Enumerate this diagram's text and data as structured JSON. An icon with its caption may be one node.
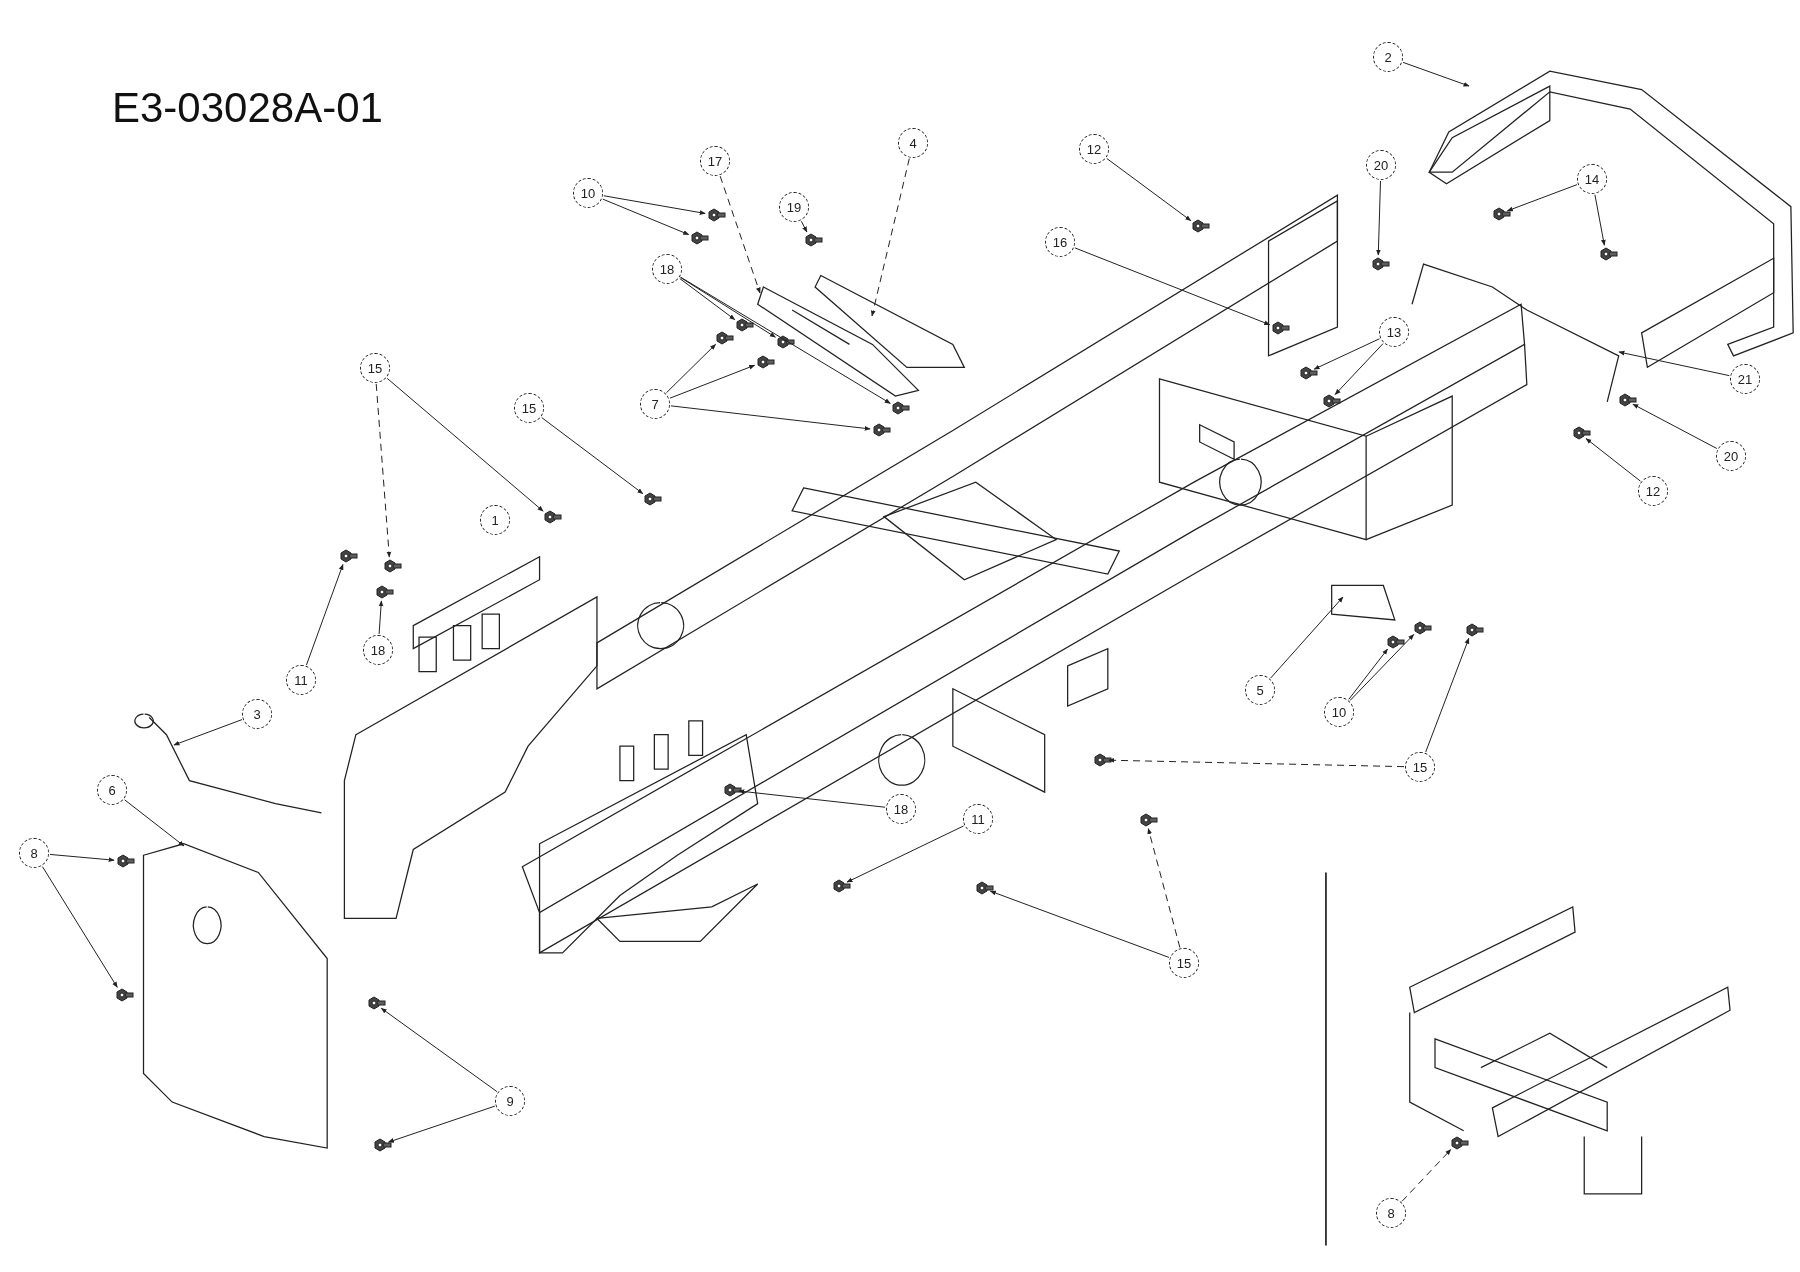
{
  "diagram": {
    "title": "E3-03028A-01",
    "nodes": [
      {
        "text": [
          "10"
        ]
      },
      {
        "text": [
          "17"
        ]
      },
      {
        "text": [
          "19"
        ]
      },
      {
        "text": [
          "4"
        ]
      },
      {
        "text": [
          "18"
        ]
      },
      {
        "text": [
          "7"
        ]
      },
      {
        "text": [
          "12"
        ]
      },
      {
        "text": [
          "16"
        ]
      },
      {
        "text": [
          "20"
        ]
      },
      {
        "text": [
          "2"
        ]
      },
      {
        "text": [
          "14"
        ]
      },
      {
        "text": [
          "13"
        ]
      },
      {
        "text": [
          "21"
        ]
      },
      {
        "text": [
          "20"
        ]
      },
      {
        "text": [
          "12"
        ]
      },
      {
        "text": [
          "15"
        ]
      },
      {
        "text": [
          "15"
        ]
      },
      {
        "text": [
          "18"
        ]
      },
      {
        "text": [
          "11"
        ]
      },
      {
        "text": [
          "3"
        ]
      },
      {
        "text": [
          "6"
        ]
      },
      {
        "text": [
          "8"
        ]
      },
      {
        "text": [
          "9"
        ]
      },
      {
        "text": [
          "18"
        ]
      },
      {
        "text": [
          "11"
        ]
      },
      {
        "text": [
          "5"
        ]
      },
      {
        "text": [
          "10"
        ]
      },
      {
        "text": [
          "15"
        ]
      },
      {
        "text": [
          "15"
        ]
      },
      {
        "text": [
          "8"
        ]
      },
      {
        "text": [
          "1"
        ]
      },
      {
        "text": [],
        "shape": "picture"
      },
      {
        "text": [],
        "shape": "picture"
      },
      {
        "text": [],
        "shape": "picture"
      },
      {
        "text": [],
        "shape": "picture"
      },
      {
        "text": [],
        "shape": "picture"
      },
      {
        "text": [],
        "shape": "picture"
      },
      {
        "text": [],
        "shape": "picture"
      },
      {
        "text": [],
        "shape": "picture"
      },
      {
        "text": [],
        "shape": "picture"
      },
      {
        "text": [],
        "shape": "picture"
      },
      {
        "text": [],
        "shape": "picture"
      },
      {
        "text": [],
        "shape": "picture"
      },
      {
        "text": [],
        "shape": "picture"
      },
      {
        "text": [],
        "shape": "picture"
      },
      {
        "text": [],
        "shape": "picture"
      },
      {
        "text": [],
        "shape": "picture"
      },
      {
        "text": [],
        "shape": "picture"
      },
      {
        "text": [],
        "shape": "picture"
      },
      {
        "text": [],
        "shape": "picture"
      },
      {
        "text": [],
        "shape": "picture"
      },
      {
        "text": [],
        "shape": "picture"
      },
      {
        "text": [],
        "shape": "picture"
      },
      {
        "text": [],
        "shape": "picture"
      },
      {
        "text": [],
        "shape": "picture"
      },
      {
        "text": [],
        "shape": "picture"
      },
      {
        "text": [],
        "shape": "picture"
      },
      {
        "text": [],
        "shape": "picture"
      },
      {
        "text": [],
        "shape": "picture"
      },
      {
        "text": [],
        "shape": "picture"
      },
      {
        "text": [],
        "shape": "picture"
      },
      {
        "text": [],
        "shape": "picture"
      },
      {
        "text": [],
        "shape": "picture"
      },
      {
        "text": [],
        "shape": "picture"
      },
      {
        "text": [],
        "shape": "picture"
      },
      {
        "text": [],
        "shape": "picture"
      },
      {
        "text": [],
        "shape": "picture"
      },
      {
        "text": [],
        "shape": "picture"
      },
      {
        "text": [],
        "shape": "picture"
      },
      {
        "text": [],
        "shape": "picture"
      },
      {
        "text": [],
        "shape": "picture"
      },
      {
        "text": [],
        "shape": "picture"
      },
      {
        "text": [],
        "shape": "picture"
      },
      {
        "text": [],
        "shape": "picture"
      }
    ],
    "edges": [
      {
        "from": 0,
        "to": 38,
        "arrow": "to"
      },
      {
        "from": 0,
        "to": 39,
        "arrow": "to"
      },
      {
        "from": 1,
        "to": 31,
        "arrow": "to",
        "style": "dashed"
      },
      {
        "from": 2,
        "to": 40,
        "arrow": "to"
      },
      {
        "from": 3,
        "to": 32,
        "arrow": "to",
        "style": "dashed"
      },
      {
        "from": 4,
        "to": 41,
        "arrow": "to"
      },
      {
        "from": 4,
        "to": 42,
        "arrow": "to"
      },
      {
        "from": 4,
        "to": 43,
        "arrow": "to"
      },
      {
        "from": 5,
        "to": 44,
        "arrow": "to"
      },
      {
        "from": 5,
        "to": 45,
        "arrow": "to"
      },
      {
        "from": 5,
        "to": 46,
        "arrow": "to"
      },
      {
        "from": 6,
        "to": 47,
        "arrow": "to"
      },
      {
        "from": 7,
        "to": 48,
        "arrow": "to"
      },
      {
        "from": 8,
        "to": 49,
        "arrow": "to"
      },
      {
        "from": 9,
        "to": 33,
        "arrow": "to"
      },
      {
        "from": 10,
        "to": 50,
        "arrow": "to"
      },
      {
        "from": 10,
        "to": 51,
        "arrow": "to"
      },
      {
        "from": 11,
        "to": 52,
        "arrow": "to"
      },
      {
        "from": 11,
        "to": 53,
        "arrow": "to"
      },
      {
        "from": 12,
        "to": 34,
        "arrow": "to"
      },
      {
        "from": 13,
        "to": 54,
        "arrow": "to"
      },
      {
        "from": 14,
        "to": 55,
        "arrow": "to"
      },
      {
        "from": 15,
        "to": 56,
        "arrow": "to"
      },
      {
        "from": 15,
        "to": 57,
        "arrow": "to",
        "style": "dashed"
      },
      {
        "from": 16,
        "to": 58,
        "arrow": "to"
      },
      {
        "from": 17,
        "to": 59,
        "arrow": "to"
      },
      {
        "from": 18,
        "to": 60,
        "arrow": "to"
      },
      {
        "from": 19,
        "to": 35,
        "arrow": "to"
      },
      {
        "from": 20,
        "to": 36,
        "arrow": "to"
      },
      {
        "from": 21,
        "to": 61,
        "arrow": "to"
      },
      {
        "from": 21,
        "to": 62,
        "arrow": "to"
      },
      {
        "from": 22,
        "to": 63,
        "arrow": "to"
      },
      {
        "from": 22,
        "to": 64,
        "arrow": "to"
      },
      {
        "from": 23,
        "to": 65,
        "arrow": "to"
      },
      {
        "from": 24,
        "to": 66,
        "arrow": "to"
      },
      {
        "from": 25,
        "to": 37,
        "arrow": "to"
      },
      {
        "from": 26,
        "to": 67,
        "arrow": "to"
      },
      {
        "from": 26,
        "to": 68,
        "arrow": "to"
      },
      {
        "from": 27,
        "to": 69,
        "arrow": "to"
      },
      {
        "from": 27,
        "to": 70,
        "arrow": "to",
        "style": "dashed"
      },
      {
        "from": 28,
        "to": 71,
        "arrow": "to",
        "style": "dashed"
      },
      {
        "from": 28,
        "to": 72,
        "arrow": "to"
      },
      {
        "from": 29,
        "to": 73,
        "arrow": "to",
        "style": "dashed"
      }
    ]
  }
}
